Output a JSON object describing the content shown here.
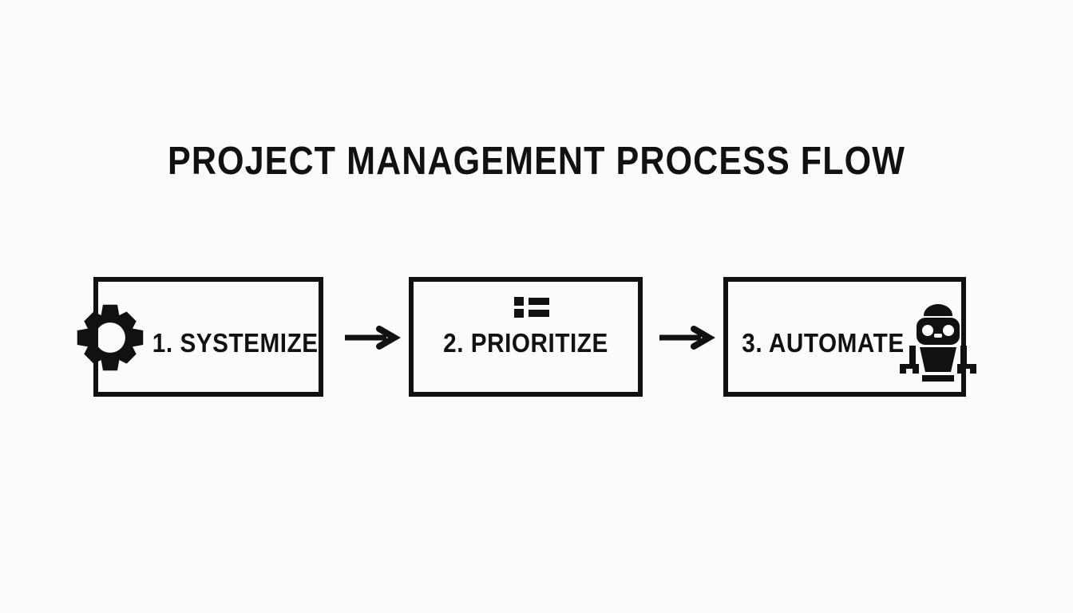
{
  "slide": {
    "title": "PROJECT MANAGEMENT PROCESS FLOW",
    "background_color": "#fbfbf9",
    "ink_color": "#111111"
  },
  "diagram": {
    "type": "process-flow",
    "orientation": "horizontal",
    "step_count": 3,
    "steps": [
      {
        "index": 1,
        "label": "1. SYSTEMIZE",
        "icon": "gear-icon",
        "icon_position": "left-edge-overlap"
      },
      {
        "index": 2,
        "label": "2. PRIORITIZE",
        "icon": "list-icon",
        "icon_position": "top-center-inside"
      },
      {
        "index": 3,
        "label": "3. AUTOMATE",
        "icon": "robot-icon",
        "icon_position": "right-edge-overlap"
      }
    ],
    "connectors": [
      {
        "from": 1,
        "to": 2,
        "icon": "arrow-right-icon"
      },
      {
        "from": 2,
        "to": 3,
        "icon": "arrow-right-icon"
      }
    ]
  }
}
